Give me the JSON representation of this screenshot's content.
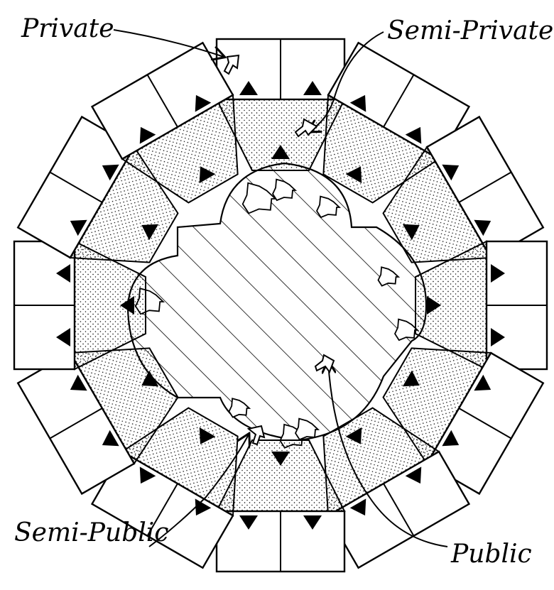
{
  "labels": {
    "private": "Private",
    "semi_private": "Semi-Private",
    "semi_public": "Semi-Public",
    "public": "Public"
  },
  "colors": {
    "ink": "#000000",
    "paper": "#ffffff"
  },
  "diagram": {
    "house_count": 12,
    "icons": [
      "arrow-icon",
      "house-icon",
      "triangle-entry-icon",
      "tree-icon",
      "stipple-yard",
      "hatched-plaza"
    ]
  }
}
